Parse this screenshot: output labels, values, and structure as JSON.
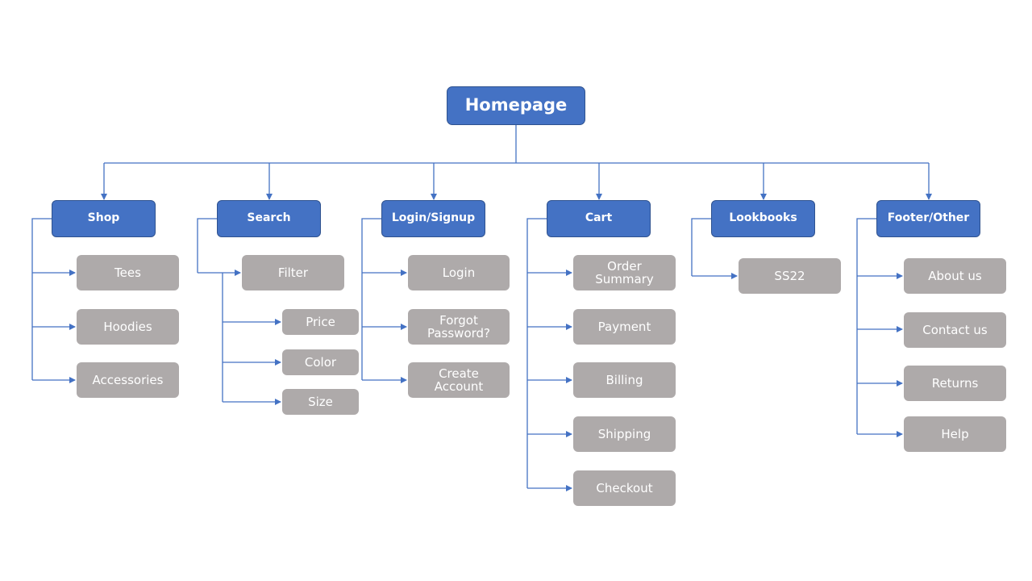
{
  "diagram": {
    "root": "Homepage",
    "sections": [
      {
        "key": "shop",
        "label": "Shop",
        "children": [
          "Tees",
          "Hoodies",
          "Accessories"
        ]
      },
      {
        "key": "search",
        "label": "Search",
        "children": [
          "Filter"
        ],
        "grandchildren": [
          "Price",
          "Color",
          "Size"
        ]
      },
      {
        "key": "login",
        "label": "Login/Signup",
        "children": [
          "Login",
          "Forgot\nPassword?",
          "Create\nAccount"
        ]
      },
      {
        "key": "cart",
        "label": "Cart",
        "children": [
          "Order\nSummary",
          "Payment",
          "Billing",
          "Shipping",
          "Checkout"
        ]
      },
      {
        "key": "lookbooks",
        "label": "Lookbooks",
        "children": [
          "SS22"
        ]
      },
      {
        "key": "footer",
        "label": "Footer/Other",
        "children": [
          "About us",
          "Contact us",
          "Returns",
          "Help"
        ]
      }
    ]
  },
  "colors": {
    "section_fill": "#4472c4",
    "leaf_fill": "#aeaaaa",
    "connector": "#4472c4"
  }
}
